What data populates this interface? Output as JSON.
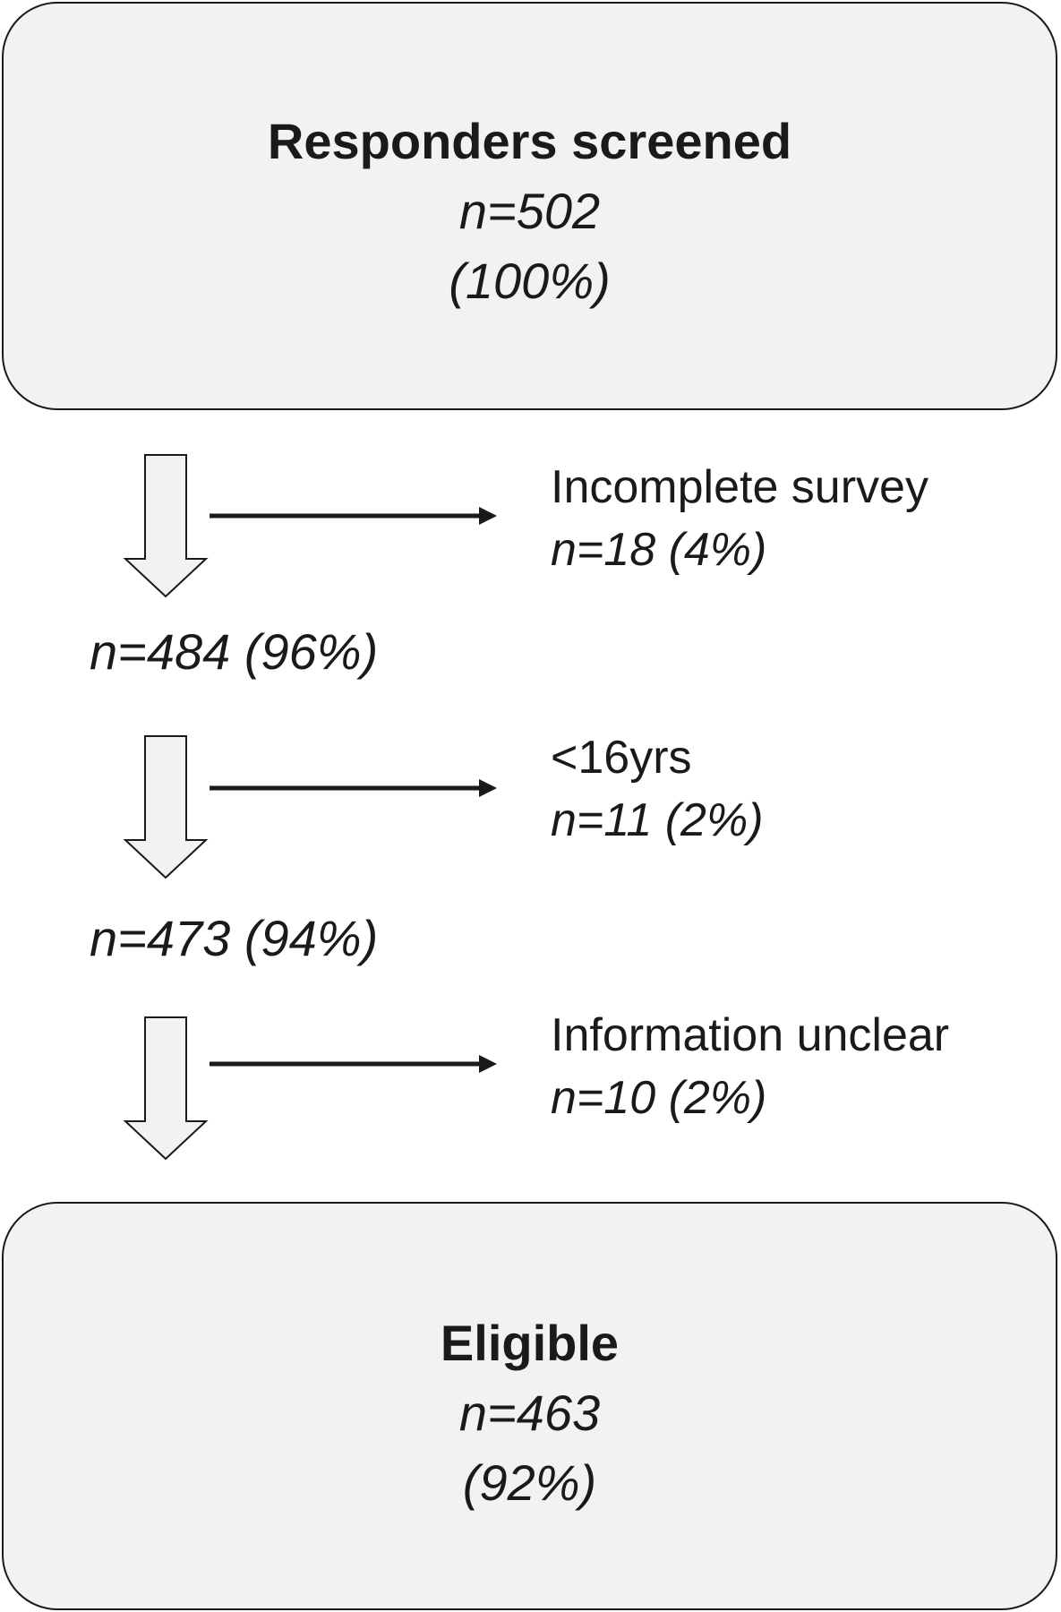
{
  "top_box": {
    "title": "Responders screened",
    "count": "n=502",
    "percent": "(100%)"
  },
  "steps": [
    {
      "exclusion_label": "Incomplete survey",
      "exclusion_count": "n=18 (4%)",
      "remaining": "n=484 (96%)"
    },
    {
      "exclusion_label": "<16yrs",
      "exclusion_count": "n=11 (2%)",
      "remaining": "n=473 (94%)"
    },
    {
      "exclusion_label": "Information unclear",
      "exclusion_count": "n=10 (2%)"
    }
  ],
  "bottom_box": {
    "title": "Eligible",
    "count": "n=463",
    "percent": "(92%)"
  },
  "colors": {
    "box_fill": "#f2f2f2",
    "arrow_fill": "#f2f2f2",
    "stroke": "#1a1a1a"
  }
}
